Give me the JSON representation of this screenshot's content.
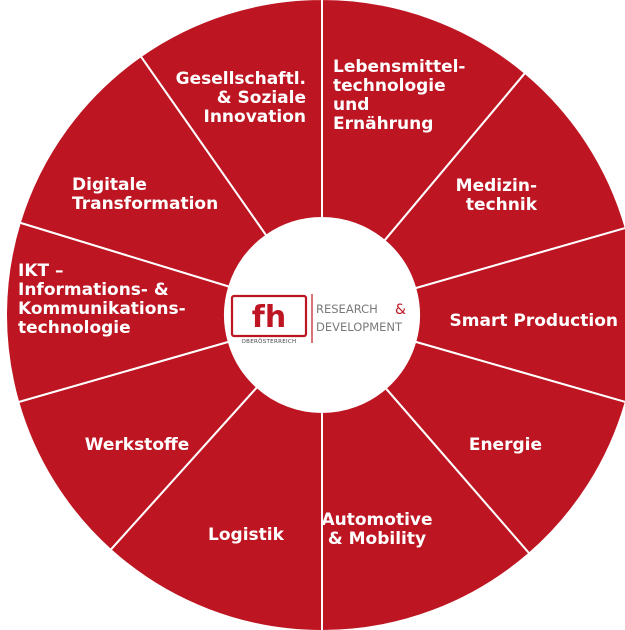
{
  "segments": [
    {
      "id": "lebensmitteltechnologie",
      "lines": [
        "Lebensmittel-",
        "technologie",
        "und",
        "Ernährung"
      ]
    },
    {
      "id": "medizintechnik",
      "lines": [
        "Medizin-",
        "technik"
      ]
    },
    {
      "id": "smart-production",
      "lines": [
        "Smart Production"
      ]
    },
    {
      "id": "energie",
      "lines": [
        "Energie"
      ]
    },
    {
      "id": "automotive-mobility",
      "lines": [
        "Automotive",
        "& Mobility"
      ]
    },
    {
      "id": "logistik",
      "lines": [
        "Logistik"
      ]
    },
    {
      "id": "werkstoffe",
      "lines": [
        "Werkstoffe"
      ]
    },
    {
      "id": "ikt",
      "lines": [
        "IKT –",
        "Informations- &",
        "Kommunikations-",
        "technologie"
      ]
    },
    {
      "id": "digitale-transformation",
      "lines": [
        "Digitale",
        "Transformation"
      ]
    },
    {
      "id": "gesellschaft",
      "lines": [
        "Gesellschaftl.",
        "& Soziale",
        "Innovation"
      ]
    }
  ],
  "logo": {
    "mark": "fh",
    "subtitle": "OBERÖSTERREICH",
    "line1": "RESEARCH",
    "amp": "&",
    "line2": "DEVELOPMENT"
  },
  "colors": {
    "segment": "#bd1622",
    "divider": "#ffffff",
    "center": "#ffffff"
  }
}
